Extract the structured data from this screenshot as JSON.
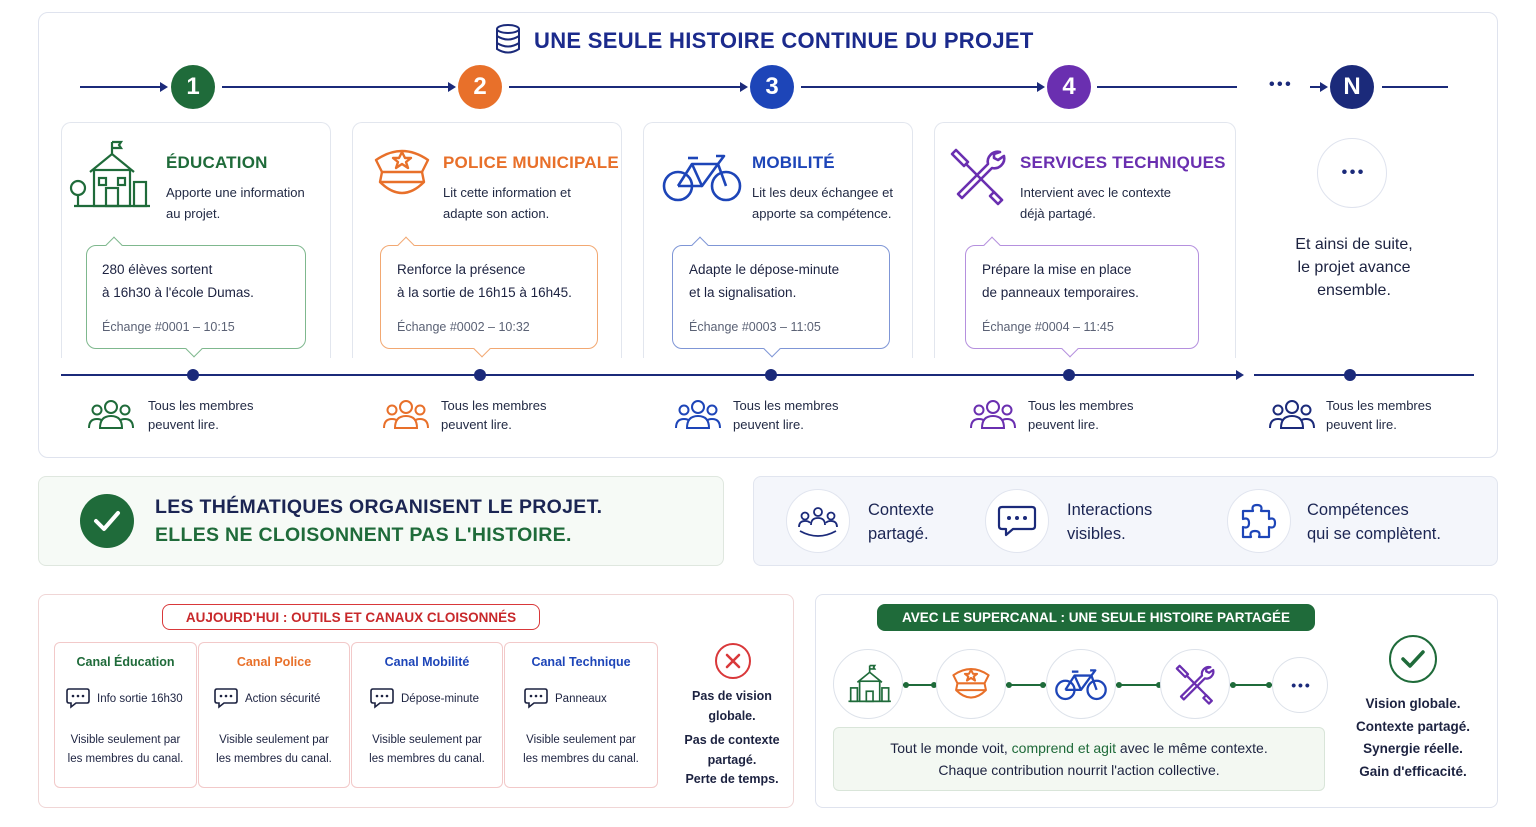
{
  "header": {
    "title": "UNE SEULE HISTOIRE CONTINUE DU PROJET"
  },
  "timeline": {
    "end_dots": "• • •",
    "end_step": "N",
    "steps": [
      {
        "number": "1",
        "title": "ÉDUCATION",
        "color": "#1f6b3a",
        "desc_line1": "Apporte une information",
        "desc_line2": "au projet.",
        "bubble_line1": "280 élèves sortent",
        "bubble_line2": "à 16h30 à l'école Dumas.",
        "ref": "Échange #0001 – 10:15",
        "members_line1": "Tous les membres",
        "members_line2": "peuvent lire."
      },
      {
        "number": "2",
        "title": "POLICE MUNICIPALE",
        "color": "#e8702a",
        "desc_line1": "Lit cette information et",
        "desc_line2": "adapte son action.",
        "bubble_line1": "Renforce la présence",
        "bubble_line2": "à la sortie de 16h15 à 16h45.",
        "ref": "Échange #0002 – 10:32",
        "members_line1": "Tous les membres",
        "members_line2": "peuvent lire."
      },
      {
        "number": "3",
        "title": "MOBILITÉ",
        "color": "#1d45b8",
        "desc_line1": "Lit les deux échangee et",
        "desc_line2": "apporte sa compétence.",
        "bubble_line1": "Adapte le dépose-minute",
        "bubble_line2": "et la signalisation.",
        "ref": "Échange #0003 – 11:05",
        "members_line1": "Tous les membres",
        "members_line2": "peuvent lire."
      },
      {
        "number": "4",
        "title": "SERVICES TECHNIQUES",
        "color": "#6a2fb0",
        "desc_line1": "Intervient avec le contexte",
        "desc_line2": "déjà partagé.",
        "bubble_line1": "Prépare la mise en place",
        "bubble_line2": "de panneaux temporaires.",
        "ref": "Échange #0004 – 11:45",
        "members_line1": "Tous les membres",
        "members_line2": "peuvent lire."
      }
    ],
    "continuation": {
      "line1": "Et ainsi de suite,",
      "line2": "le projet avance",
      "line3": "ensemble.",
      "members_line1": "Tous les membres",
      "members_line2": "peuvent lire."
    }
  },
  "banner": {
    "line1": "LES THÉMATIQUES ORGANISENT LE PROJET.",
    "line2": "ELLES NE CLOISONNENT PAS L'HISTOIRE."
  },
  "benefits": [
    {
      "line1": "Contexte",
      "line2": "partagé.",
      "icon": "people-circle-icon"
    },
    {
      "line1": "Interactions",
      "line2": "visibles.",
      "icon": "chat-bubble-icon"
    },
    {
      "line1": "Compétences",
      "line2": "qui se complètent.",
      "icon": "puzzle-icon"
    }
  ],
  "today": {
    "title": "AUJOURD'HUI : OUTILS ET CANAUX CLOISONNÉS",
    "canals": [
      {
        "title": "Canal Éducation",
        "color": "#1f6b3a",
        "item": "Info sortie 16h30",
        "note_line1": "Visible seulement par",
        "note_line2": "les membres du canal."
      },
      {
        "title": "Canal Police",
        "color": "#e8702a",
        "item": "Action sécurité",
        "note_line1": "Visible seulement par",
        "note_line2": "les membres du canal."
      },
      {
        "title": "Canal Mobilité",
        "color": "#1d45b8",
        "item": "Dépose-minute",
        "note_line1": "Visible seulement par",
        "note_line2": "les membres du canal."
      },
      {
        "title": "Canal Technique",
        "color": "#1d45b8",
        "item": "Panneaux",
        "note_line1": "Visible seulement par",
        "note_line2": "les membres du canal."
      }
    ],
    "drawbacks": {
      "line1": "Pas de vision",
      "line2": "globale.",
      "line3": "Pas de contexte",
      "line4": "partagé.",
      "line5": "Perte de temps."
    }
  },
  "super": {
    "title": "AVEC LE SUPERCANAL : UNE SEULE HISTOIRE PARTAGÉE",
    "more_dots": "• • •",
    "shared_line1_a": "Tout le monde voit, ",
    "shared_line1_b": "comprend et agit",
    "shared_line1_c": " avec le même contexte.",
    "shared_line2": "Chaque contribution nourrit l'action collective.",
    "results": {
      "line1": "Vision globale.",
      "line2": "Contexte partagé.",
      "line3": "Synergie réelle.",
      "line4": "Gain d'efficacité."
    }
  },
  "colors": {
    "navy": "#1b2a7a",
    "green": "#1f6b3a",
    "orange": "#e8702a",
    "blue": "#1d45b8",
    "purple": "#6a2fb0",
    "red": "#d9383a"
  }
}
